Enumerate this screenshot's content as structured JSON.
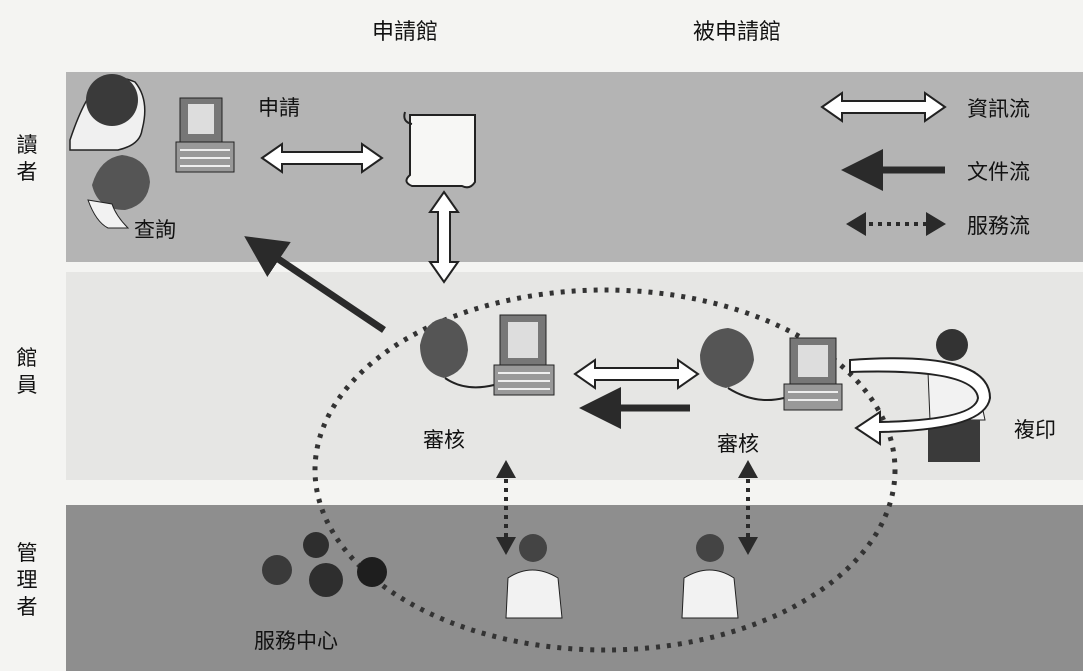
{
  "columns": {
    "requesting": "申請館",
    "requested": "被申請館"
  },
  "rows": {
    "reader": "讀者",
    "librarian": "館員",
    "manager": "管理者"
  },
  "labels": {
    "apply": "申請",
    "query": "查詢",
    "review_left": "審核",
    "review_right": "審核",
    "copy": "複印",
    "service_center": "服務中心"
  },
  "legend": [
    {
      "label": "資訊流",
      "style": "double-hollow"
    },
    {
      "label": "文件流",
      "style": "solid-dark"
    },
    {
      "label": "服務流",
      "style": "dotted-dark"
    }
  ],
  "colors": {
    "reader_band": "#b4b4b4",
    "librarian_band": "#e6e6e4",
    "manager_band": "#8e8e8e",
    "arrow_dark": "#2a2a2a"
  }
}
